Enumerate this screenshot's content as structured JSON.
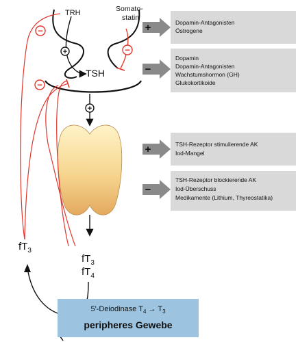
{
  "labels": {
    "trh": "TRH",
    "somatostatin_line1": "Somato-",
    "somatostatin_line2": "statin",
    "tsh": "TSH",
    "ft3_left_base": "fT",
    "ft3_left_sub": "3",
    "ft3_right_base": "fT",
    "ft3_right_sub": "3",
    "ft4_right_base": "fT",
    "ft4_right_sub": "4"
  },
  "signs": {
    "plus": "+",
    "minus": "−",
    "circle_plus": "+",
    "circle_minus": "−"
  },
  "boxes": [
    {
      "sign": "+",
      "lines": [
        "Dopamin-Antagonisten",
        "Östrogene"
      ]
    },
    {
      "sign": "−",
      "lines": [
        "Dopamin",
        "Dopamin-Antagonisten",
        "Wachstumshormon (GH)",
        "Glukokortikoide"
      ]
    },
    {
      "sign": "+",
      "lines": [
        "TSH-Rezeptor stimulierende AK",
        "Iod-Mangel"
      ]
    },
    {
      "sign": "−",
      "lines": [
        "TSH-Rezeptor blockierende AK",
        "Iod-Überschuss",
        "Medikamente (Lithium, Thyreostatika)"
      ]
    }
  ],
  "tissue": {
    "line1_prefix": "5'-Deiodinase T",
    "line1_sub1": "4",
    "line1_arrow": " → T",
    "line1_sub2": "3",
    "line2": "peripheres Gewebe"
  },
  "colors": {
    "inhibit_red": "#e0352b",
    "box_gray": "#d9d9d9",
    "arrow_gray": "#8a8a8a",
    "tissue_blue": "#9cc4e0",
    "thyroid_top": "#fff2c4",
    "thyroid_bottom": "#e9b66e"
  }
}
